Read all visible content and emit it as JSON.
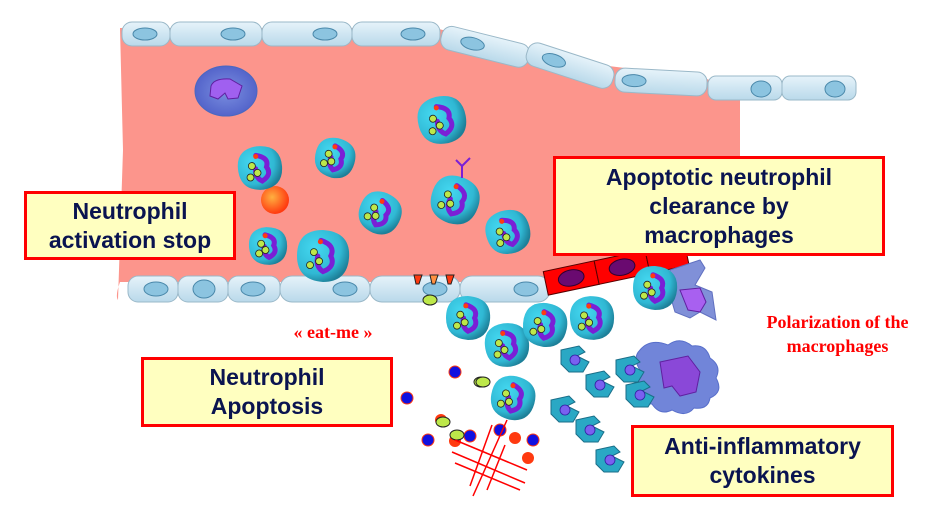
{
  "diagram": {
    "title": "Resolution of inflammation: neutrophil apoptosis and clearance",
    "boxes": {
      "activation_stop": {
        "line1": "Neutrophil",
        "line2": "activation stop"
      },
      "clearance": {
        "line1": "Apoptotic neutrophil",
        "line2": "clearance by",
        "line3": "macrophages"
      },
      "apoptosis": {
        "line1": "Neutrophil",
        "line2": "Apoptosis"
      },
      "cytokines": {
        "line1": "Anti-inflammatory",
        "line2": "cytokines"
      }
    },
    "annotations": {
      "eat_me": "« eat-me »",
      "polarization_line1": "Polarization of the",
      "polarization_line2": "macrophages"
    },
    "colors": {
      "vessel_lumen": "#fc958c",
      "endothelium": "#cfe6f2",
      "endothelium_nucleus": "#8cc4e0",
      "box_fill": "#ffffc0",
      "box_border": "#ff0000",
      "box_text": "#0a1450",
      "annotation_text": "#ff0000",
      "neutrophil": "#38c4dc",
      "nucleus": "#7a1fd6",
      "granule_green": "#bde84a",
      "granule_red": "#ff3a10",
      "apoptotic_body": "#2aa8c4",
      "macrophage": "#6a7fd8",
      "blue_dot": "#1010e0",
      "red_cell": "#ff0000"
    }
  }
}
